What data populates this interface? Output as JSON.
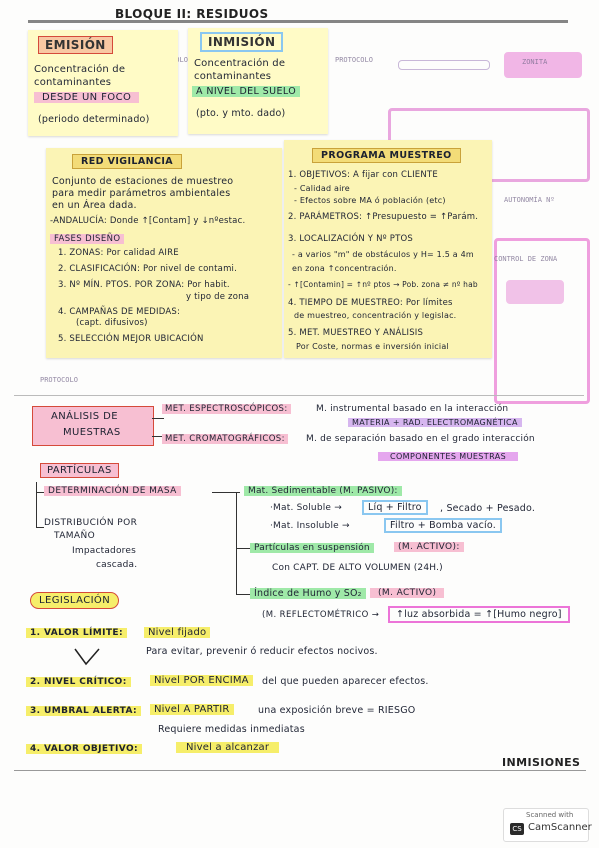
{
  "title": "BLOQUE II: RESIDUOS",
  "emision": {
    "heading": "EMISIÓN",
    "line1": "Concentración de",
    "line2": "contaminantes",
    "highlight": "DESDE UN FOCO",
    "note": "(periodo determinado)"
  },
  "inmision": {
    "heading": "INMISIÓN",
    "line1": "Concentración de",
    "line2": "contaminantes",
    "highlight": "A NIVEL DEL SUELO",
    "note": "(pto. y mto. dado)"
  },
  "red_vigilancia": {
    "heading": "RED VIGILANCIA",
    "line1": "Conjunto de estaciones de muestreo",
    "line2": "para medir parámetros ambientales",
    "line3": "en un Área dada.",
    "andalucia": "-ANDALUCÍA: Donde ↑[Contam] y ↓nºestac.",
    "fases": "FASES DISEÑO",
    "f1": "1. ZONAS: Por calidad AIRE",
    "f2": "2. CLASIFICACIÓN: Por nivel de contami.",
    "f3": "3. Nº MÍN. PTOS. POR ZONA: Por habit.",
    "f3b": "y tipo de zona",
    "f4": "4. CAMPAÑAS DE MEDIDAS:",
    "f4b": "(capt. difusivos)",
    "f5": "5. SELECCIÓN MEJOR UBICACIÓN"
  },
  "programa": {
    "heading": "PROGRAMA MUESTREO",
    "p1": "1. OBJETIVOS: A fijar con CLIENTE",
    "p1a": "- Calidad aire",
    "p1b": "- Efectos sobre MA ó población (etc)",
    "p2": "2. PARÁMETROS: ↑Presupuesto = ↑Parám.",
    "p3": "3. LOCALIZACIÓN Y Nº PTOS",
    "p3a": "- a varios \"m\" de obstáculos y H= 1.5 a 4m",
    "p3b": "en zona ↑concentración.",
    "p3c": "- ↑[Contamin] = ↑nº ptos → Pob. zona ≠ nº hab",
    "p4": "4. TIEMPO DE MUESTREO: Por límites",
    "p4b": "de muestreo, concentración y legislac.",
    "p5": "5. MET. MUESTREO Y ANÁLISIS",
    "p5b": "Por Coste, normas e inversión inicial"
  },
  "analisis": {
    "heading1": "ANÁLISIS DE",
    "heading2": "MUESTRAS",
    "m1_label": "MET. ESPECTROSCÓPICOS:",
    "m1_text": "M. instrumental basado en la interacción",
    "m1_hl": "MATERIA + RAD. ELECTROMAGNÉTICA",
    "m2_label": "MET. CROMATOGRÁFICOS:",
    "m2_text": "M. de separación basado en el grado interacción",
    "m2_hl": "COMPONENTES MUESTRAS"
  },
  "particulas": {
    "heading": "PARTÍCULAS",
    "det_masa": "DETERMINACIÓN DE MASA",
    "distribucion1": "DISTRIBUCIÓN POR",
    "distribucion2": "TAMAÑO",
    "impactadores1": "Impactadores",
    "impactadores2": "cascada.",
    "mat_sed": "Mat. Sedimentable (M. PASIVO):",
    "mat_soluble": "·Mat. Soluble →",
    "liq_filtro": "Líq + Filtro",
    "secado": ", Secado + Pesado.",
    "mat_insoluble": "·Mat. Insoluble →",
    "filtro_bomba": "Filtro + Bomba vacío.",
    "part_susp": "Partículas en suspensión",
    "m_activo": "(M. ACTIVO):",
    "con_capt": "Con CAPT. DE ALTO VOLUMEN (24H.)",
    "indice": "Índice de Humo y SO₂",
    "m_activo2": "(M. ACTIVO)",
    "reflecto": "(M. REFLECTOMÉTRICO →",
    "luz_abs": "↑luz absorbida = ↑[Humo negro]"
  },
  "legislacion": {
    "heading": "LEGISLACIÓN",
    "l1_label": "1. VALOR LÍMITE:",
    "l1_text": "Nivel fijado",
    "l1_b": "Para evitar, prevenir ó reducir efectos nocivos.",
    "l2_label": "2. NIVEL CRÍTICO:",
    "l2_text": "Nivel POR ENCIMA",
    "l2_b": "del que pueden aparecer efectos.",
    "l3_label": "3. UMBRAL ALERTA:",
    "l3_text": "Nivel A PARTIR",
    "l3_b": "una exposición breve = RIESGO",
    "l3_c": "Requiere medidas inmediatas",
    "l4_label": "4. VALOR OBJETIVO:",
    "l4_text": "Nivel a alcanzar"
  },
  "footer": "INMISIONES",
  "scanner": {
    "line1": "Scanned with",
    "line2": "CamScanner"
  },
  "bleed": {
    "b1": "PROTOCOLO",
    "b2": "PROTOCOLO",
    "b3": "ZONITA",
    "b4": "AUTONOMÍA Nº",
    "b5": "CONTROL DE ZONA",
    "b6": "PROTOCOLO"
  }
}
